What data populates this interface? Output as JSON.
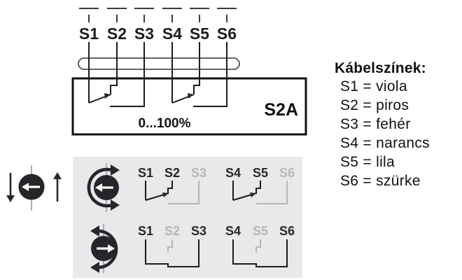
{
  "colors": {
    "ink": "#1b1c1e",
    "panel_background": "#e8e9ea",
    "inactive_gray": "#b4b6b9",
    "icon_dark": "#24262a",
    "white": "#ffffff"
  },
  "terminals": [
    "S1",
    "S2",
    "S3",
    "S4",
    "S5",
    "S6"
  ],
  "actuator_box": {
    "label": "S2A",
    "range": "0...100%"
  },
  "panel": {
    "rows": [
      {
        "rotation": "counterclockwise",
        "closed_contacts": [
          "S1-S2",
          "S4-S5"
        ],
        "open_contacts": [
          "S3",
          "S6"
        ]
      },
      {
        "rotation": "clockwise",
        "closed_contacts": [
          "S1-S3",
          "S4-S6"
        ],
        "open_contacts": [
          "S2",
          "S5"
        ]
      }
    ]
  },
  "legend": {
    "title": "Kábelszínek:",
    "items": [
      "S1 = viola",
      "S2 = piros",
      "S3 = fehér",
      "S4 = narancs",
      "S5 = lila",
      "S6 = szürke"
    ]
  }
}
